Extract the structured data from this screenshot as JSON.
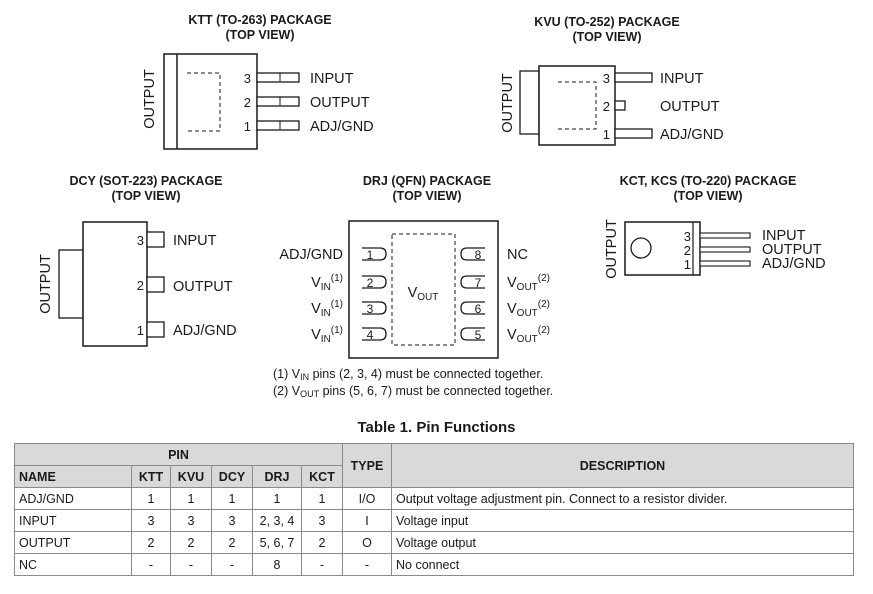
{
  "packages": {
    "ktt": {
      "title_line1": "KTT (TO-263) PACKAGE",
      "title_line2": "(TOP VIEW)",
      "side_label": "OUTPUT",
      "pins": [
        {
          "num": "3",
          "label": "INPUT"
        },
        {
          "num": "2",
          "label": "OUTPUT"
        },
        {
          "num": "1",
          "label": "ADJ/GND"
        }
      ]
    },
    "kvu": {
      "title_line1": "KVU (TO-252) PACKAGE",
      "title_line2": "(TOP VIEW)",
      "side_label": "OUTPUT",
      "pins": [
        {
          "num": "3",
          "label": "INPUT"
        },
        {
          "num": "2",
          "label": "OUTPUT"
        },
        {
          "num": "1",
          "label": "ADJ/GND"
        }
      ]
    },
    "dcy": {
      "title_line1": "DCY (SOT-223) PACKAGE",
      "title_line2": "(TOP VIEW)",
      "side_label": "OUTPUT",
      "pins": [
        {
          "num": "3",
          "label": "INPUT"
        },
        {
          "num": "2",
          "label": "OUTPUT"
        },
        {
          "num": "1",
          "label": "ADJ/GND"
        }
      ]
    },
    "drj": {
      "title_line1": "DRJ (QFN) PACKAGE",
      "title_line2": "(TOP VIEW)",
      "center_label": "V",
      "center_sub": "OUT",
      "left_pins": [
        {
          "num": "1",
          "label": "ADJ/GND",
          "sub": "",
          "sup": ""
        },
        {
          "num": "2",
          "label": "V",
          "sub": "IN",
          "sup": "(1)"
        },
        {
          "num": "3",
          "label": "V",
          "sub": "IN",
          "sup": "(1)"
        },
        {
          "num": "4",
          "label": "V",
          "sub": "IN",
          "sup": "(1)"
        }
      ],
      "right_pins": [
        {
          "num": "8",
          "label": "NC",
          "sub": "",
          "sup": ""
        },
        {
          "num": "7",
          "label": "V",
          "sub": "OUT",
          "sup": "(2)"
        },
        {
          "num": "6",
          "label": "V",
          "sub": "OUT",
          "sup": "(2)"
        },
        {
          "num": "5",
          "label": "V",
          "sub": "OUT",
          "sup": "(2)"
        }
      ],
      "notes": [
        {
          "prefix": "(1) V",
          "sub": "IN",
          "rest": " pins (2, 3, 4) must be connected together."
        },
        {
          "prefix": "(2) V",
          "sub": "OUT",
          "rest": " pins (5, 6, 7) must be connected together."
        }
      ]
    },
    "kct": {
      "title_line1": "KCT, KCS (TO-220) PACKAGE",
      "title_line2": "(TOP VIEW)",
      "side_label": "OUTPUT",
      "pins": [
        {
          "num": "3",
          "label": "INPUT"
        },
        {
          "num": "2",
          "label": "OUTPUT"
        },
        {
          "num": "1",
          "label": "ADJ/GND"
        }
      ]
    }
  },
  "table": {
    "title": "Table 1. Pin Functions",
    "group_header": "PIN",
    "headers": {
      "name": "NAME",
      "ktt": "KTT",
      "kvu": "KVU",
      "dcy": "DCY",
      "drj": "DRJ",
      "kct": "KCT",
      "type": "TYPE",
      "description": "DESCRIPTION"
    },
    "rows": [
      {
        "name": "ADJ/GND",
        "ktt": "1",
        "kvu": "1",
        "dcy": "1",
        "drj": "1",
        "kct": "1",
        "type": "I/O",
        "description": "Output voltage adjustment pin. Connect to a resistor divider."
      },
      {
        "name": "INPUT",
        "ktt": "3",
        "kvu": "3",
        "dcy": "3",
        "drj": "2, 3, 4",
        "kct": "3",
        "type": "I",
        "description": "Voltage input"
      },
      {
        "name": "OUTPUT",
        "ktt": "2",
        "kvu": "2",
        "dcy": "2",
        "drj": "5, 6, 7",
        "kct": "2",
        "type": "O",
        "description": "Voltage output"
      },
      {
        "name": "NC",
        "ktt": "-",
        "kvu": "-",
        "dcy": "-",
        "drj": "8",
        "kct": "-",
        "type": "-",
        "description": "No connect"
      }
    ]
  }
}
